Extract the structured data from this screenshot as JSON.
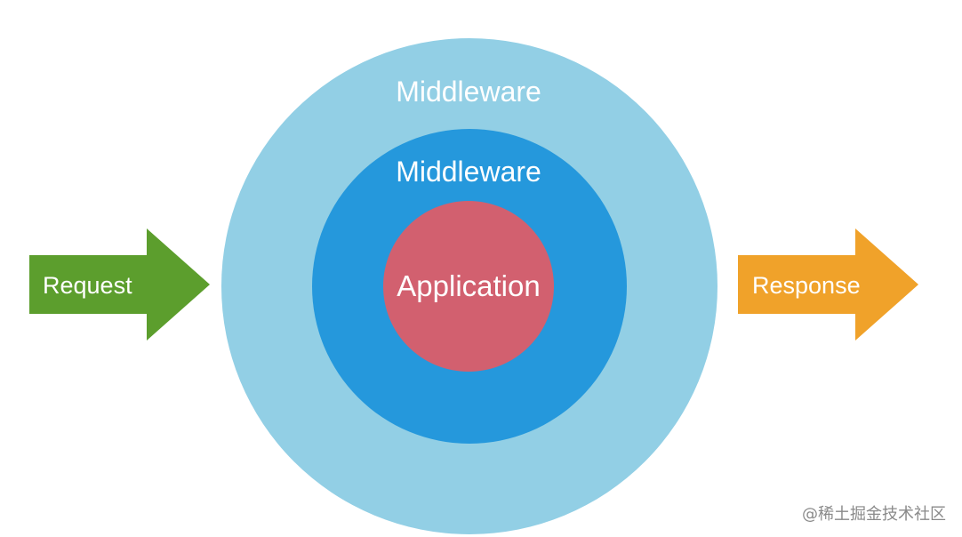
{
  "colors": {
    "outer_ring": "#92cfe5",
    "inner_ring": "#2598dc",
    "core": "#d2606f",
    "request_arrow": "#5c9e2d",
    "response_arrow": "#f0a22a",
    "label_text": "#ffffff",
    "watermark_text": "#8a8a8a"
  },
  "diagram": {
    "outer_layer": {
      "label": "Middleware"
    },
    "inner_layer": {
      "label": "Middleware"
    },
    "core": {
      "label": "Application"
    },
    "request_arrow": {
      "label": "Request",
      "icon": "arrow-right-icon"
    },
    "response_arrow": {
      "label": "Response",
      "icon": "arrow-right-icon"
    }
  },
  "watermark": {
    "text": "@稀土掘金技术社区"
  }
}
